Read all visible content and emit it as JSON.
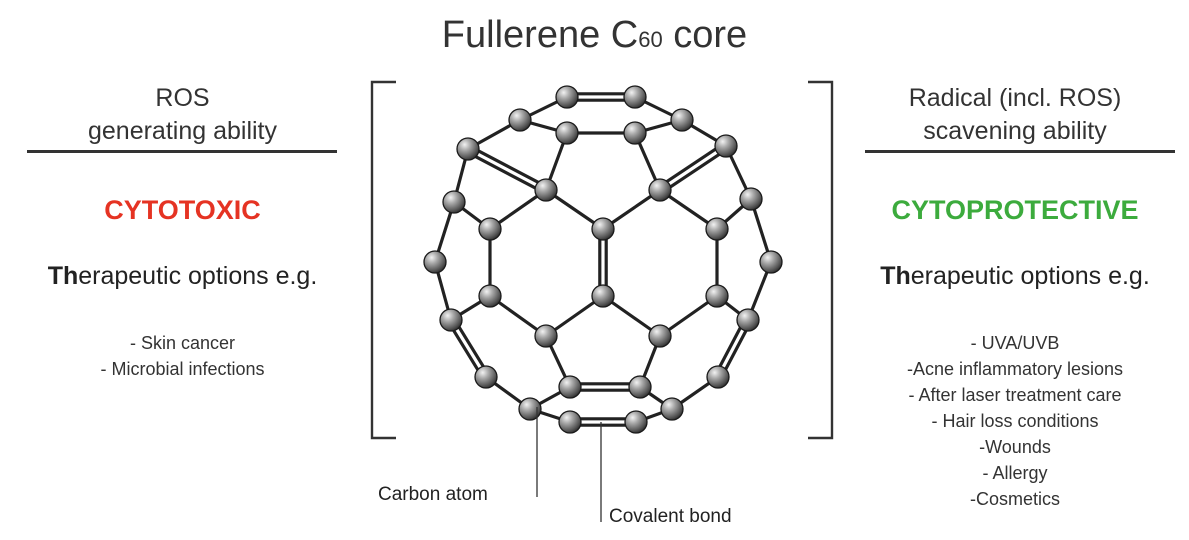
{
  "title": {
    "main": "Fullerene C",
    "sub": "60",
    "tail": " core"
  },
  "left": {
    "heading_line1": "ROS",
    "heading_line2": "generating ability",
    "effect": "CYTOTOXIC",
    "effect_color": "#e53323",
    "therapeutic_lead": "Th",
    "therapeutic_rest": "erapeutic options e.g.",
    "items": [
      "- Skin cancer",
      "- Microbial infections"
    ]
  },
  "right": {
    "heading_line1": "Radical (incl. ROS)",
    "heading_line2": "scavening ability",
    "effect": "CYTOPROTECTIVE",
    "effect_color": "#3cab3d",
    "therapeutic_lead": "Th",
    "therapeutic_rest": "erapeutic options e.g.",
    "items": [
      "- UVA/UVB",
      "-Acne inflammatory lesions",
      "- After laser treatment care",
      "- Hair loss conditions",
      "-Wounds",
      "- Allergy",
      "-Cosmetics"
    ]
  },
  "callouts": {
    "atom": "Carbon atom",
    "bond": "Covalent bond"
  }
}
